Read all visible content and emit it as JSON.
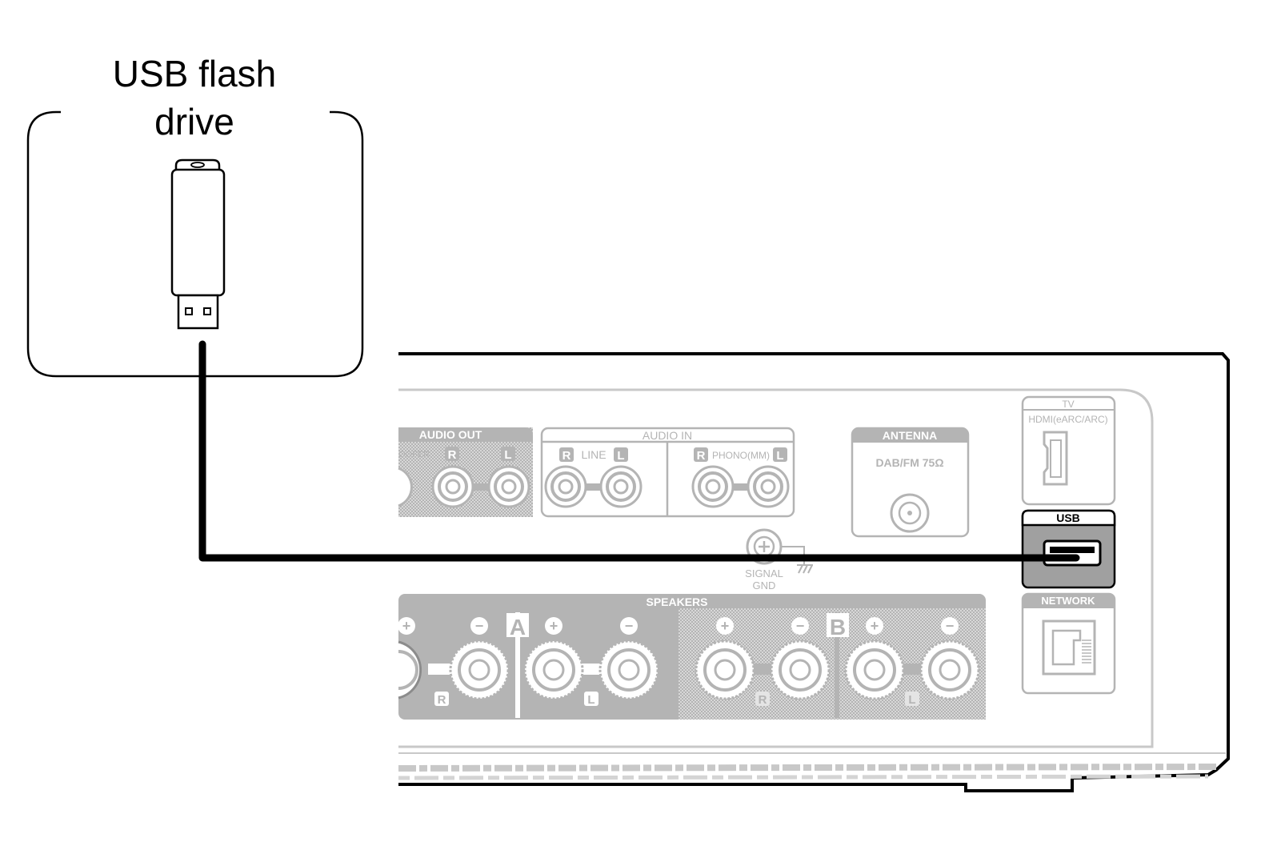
{
  "callout": {
    "line1": "USB flash",
    "line2": "drive"
  },
  "panel": {
    "audio_out": "AUDIO OUT",
    "subwoofer_partial": "OOFER",
    "audio_in": "AUDIO IN",
    "line": "LINE",
    "phono": "PHONO(MM)",
    "ch_r": "R",
    "ch_l": "L",
    "antenna": "ANTENNA",
    "antenna_sub": "DAB/FM 75Ω",
    "signal": "SIGNAL",
    "gnd": "GND",
    "tv": "TV",
    "hdmi": "HDMI(eARC/ARC)",
    "usb": "USB",
    "network": "NETWORK",
    "speakers": "SPEAKERS",
    "zone_a": "A",
    "zone_b": "B",
    "plus": "+",
    "minus": "−"
  },
  "colors": {
    "line": "#000000",
    "panel_gray": "#b4b4b4",
    "dark_gray": "#8c8c8c",
    "highlight": "#a0a0a0"
  }
}
